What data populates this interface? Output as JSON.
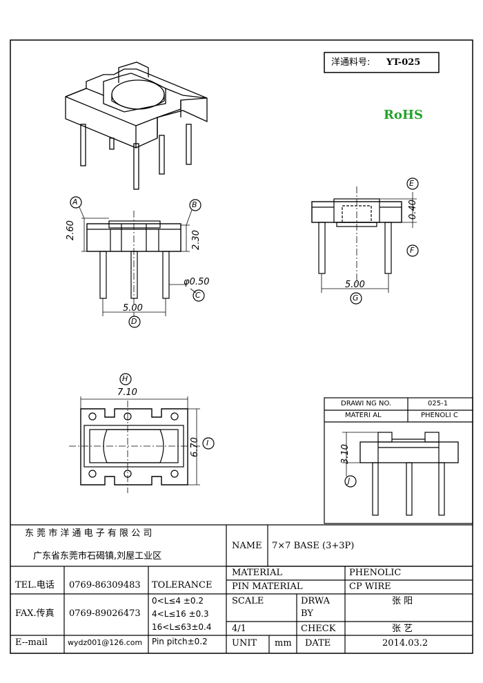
{
  "part_label": "洋通料号:",
  "part_no": "YT-025",
  "rohs": "RoHS",
  "dims": {
    "A": "A",
    "B": "B",
    "C": "C",
    "D": "D",
    "E": "E",
    "F": "F",
    "G": "G",
    "H": "H",
    "I": "I",
    "J": "J",
    "a_val": "2.60",
    "b_val": "2.30",
    "c_val": "φ0.50",
    "d_val": "5.00",
    "e_val": "0.40",
    "g_val": "5.00",
    "h_val": "7.10",
    "i_val": "6.70",
    "j_val": "3.10"
  },
  "inset": {
    "drawing_no_label": "DRAWI NG NO.",
    "drawing_no": "025-1",
    "material_label": "MATERI AL",
    "material": "PHENOLI C"
  },
  "title_block": {
    "company": "东 莞 市 洋 通 电 子 有 限 公 司",
    "address": "广东省东莞市石碣镇,刘屋工业区",
    "tel_label": "TEL.电话",
    "tel": "0769-86309483",
    "fax_label": "FAX.传真",
    "fax": "0769-89026473",
    "email_label": "E--mail",
    "email": "wydz001@126.com",
    "tolerance_label": "TOLERANCE",
    "tol1": "0<L≤4   ±0.2",
    "tol2": "4<L≤16  ±0.3",
    "tol3": "16<L≤63±0.4",
    "tol4": "Pin pitch±0.2",
    "name_label": "NAME",
    "name": "7×7 BASE (3+3P)",
    "material_label": "MATERIAL",
    "material": "PHENOLIC",
    "pin_material_label": "PIN MATERIAL",
    "pin_material": "CP WIRE",
    "scale_label": "SCALE",
    "drawn_by_label1": "DRWA",
    "drawn_by_label2": "BY",
    "drawn_by": "张  阳",
    "scale": "4/1",
    "check_label": "CHECK",
    "checker": "张  艺",
    "unit_label": "UNIT",
    "unit": "mm",
    "date_label": "DATE",
    "date": "2014.03.2"
  }
}
